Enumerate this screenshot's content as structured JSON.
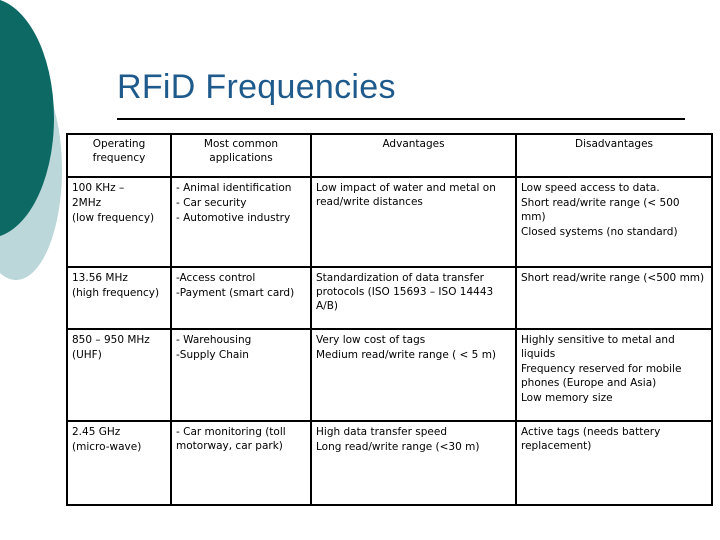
{
  "title": "RFiD Frequencies",
  "table": {
    "headers": [
      "Operating frequency",
      "Most common applications",
      "Advantages",
      "Disadvantages"
    ],
    "rows": [
      {
        "frequency": [
          "100 KHz –",
          "2MHz",
          "(low frequency)"
        ],
        "applications": [
          "- Animal identification",
          " - Car security",
          "- Automotive industry"
        ],
        "advantages": [
          "Low impact of water and metal on read/write distances"
        ],
        "disadvantages": [
          "Low speed access to data.",
          "Short read/write range (< 500 mm)",
          "Closed systems (no standard)"
        ]
      },
      {
        "frequency": [
          "13.56 MHz",
          "(high frequency)"
        ],
        "applications": [
          "-Access control",
          "-Payment (smart card)"
        ],
        "advantages": [
          "Standardization of data transfer protocols (ISO 15693 – ISO 14443 A/B)"
        ],
        "disadvantages": [
          "Short read/write range (<500 mm)"
        ]
      },
      {
        "frequency": [
          "850 – 950 MHz",
          "(UHF)"
        ],
        "applications": [
          "- Warehousing",
          "-Supply Chain"
        ],
        "advantages": [
          "Very low cost of tags",
          "Medium read/write range ( < 5 m)"
        ],
        "disadvantages": [
          "Highly sensitive to metal and liquids",
          "Frequency reserved for mobile phones (Europe and Asia)",
          "Low memory size"
        ]
      },
      {
        "frequency": [
          "2.45 GHz",
          "(micro-wave)"
        ],
        "applications": [
          "- Car monitoring (toll motorway, car park)"
        ],
        "advantages": [
          "High data transfer speed",
          "Long read/write range (<30 m)"
        ],
        "disadvantages": [
          "Active tags (needs battery replacement)"
        ]
      }
    ]
  }
}
